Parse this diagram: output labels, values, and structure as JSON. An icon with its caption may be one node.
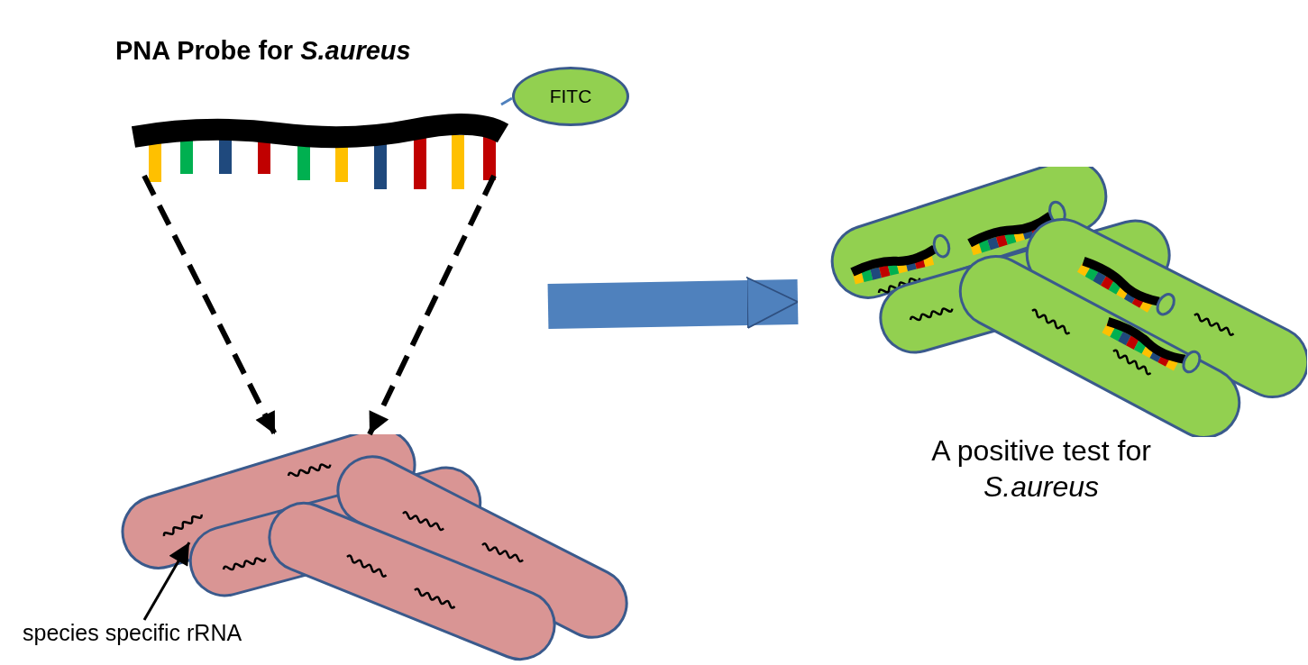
{
  "diagram": {
    "nodes": [
      {
        "text": [
          "PNA Probe for *S.aureus*"
        ]
      },
      {
        "text": [
          "FITC"
        ]
      },
      {
        "text": [],
        "shape": "picture"
      },
      {
        "text": [
          "species specific rRNA"
        ]
      },
      {
        "text": [],
        "shape": "picture",
        "beside": [
          "A positive test for *S.aureus*"
        ]
      }
    ],
    "edges": [
      {
        "from": 0,
        "to": 1,
        "arrow": "none",
        "color": "#4f81bd"
      },
      {
        "from": 0,
        "to": 2,
        "arrow": "to",
        "style": "dashed"
      },
      {
        "from": 0,
        "to": 2,
        "arrow": "to",
        "style": "dashed"
      },
      {
        "from": 3,
        "to": 2,
        "arrow": "to"
      },
      {
        "from": null,
        "to": 4,
        "arrow": "to",
        "style": "thick",
        "color": "#4f81bd"
      }
    ]
  }
}
